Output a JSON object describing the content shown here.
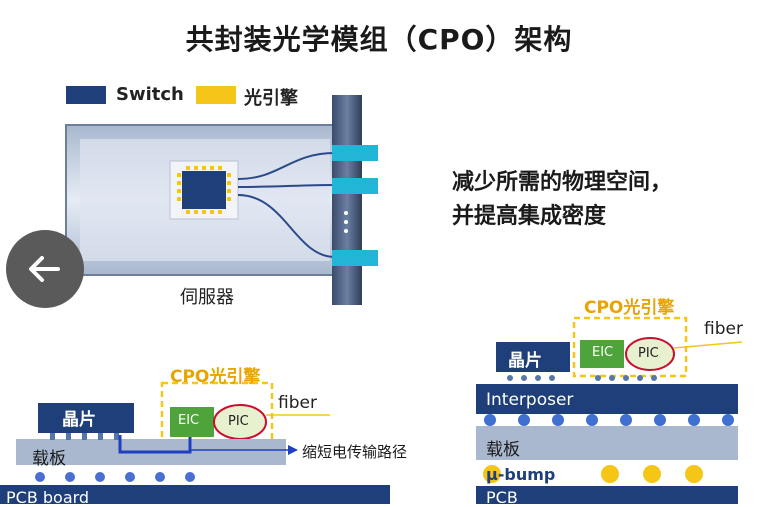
{
  "title": "共封装光学模组（CPO）架构",
  "legend": {
    "switch_label": "Switch",
    "switch_color": "#1e3f7a",
    "engine_label": "光引擎",
    "engine_color": "#f5c518"
  },
  "server_caption": "伺服器",
  "description": {
    "line1": "减少所需的物理空间，",
    "line2": "并提高集成密度"
  },
  "left_diagram": {
    "cpo_label": "CPO光引擎",
    "chip_label": "晶片",
    "eic_label": "EIC",
    "pic_label": "PIC",
    "fiber_label": "fiber",
    "carrier_label": "载板",
    "pcb_label": "PCB board",
    "path_label": "缩短电传输路径"
  },
  "right_diagram": {
    "cpo_label": "CPO光引擎",
    "chip_label": "晶片",
    "eic_label": "EIC",
    "pic_label": "PIC",
    "fiber_label": "fiber",
    "interposer_label": "Interposer",
    "carrier_label": "载板",
    "ubump_label": "μ-bump",
    "pcb_label": "PCB"
  },
  "back_icon": "arrow-left-icon"
}
